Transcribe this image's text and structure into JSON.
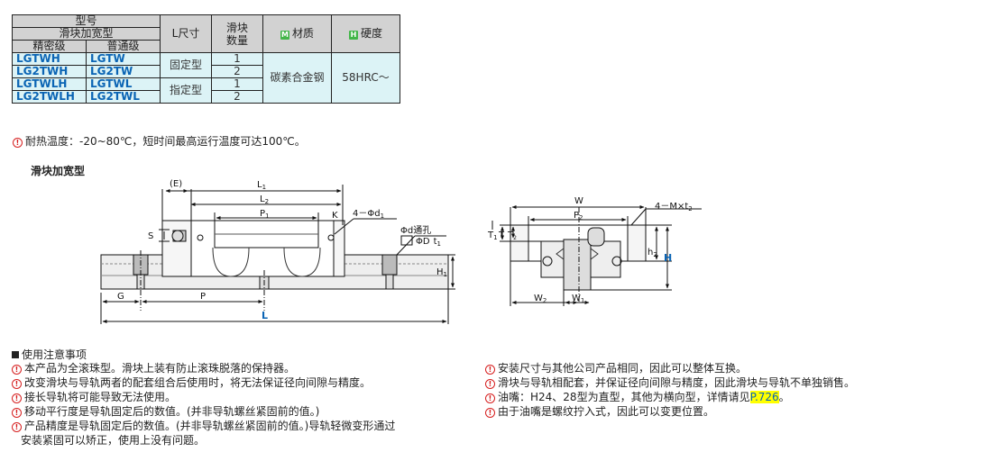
{
  "table": {
    "header_model": "型号",
    "header_wide": "滑块加宽型",
    "header_precision": "精密级",
    "header_normal": "普通级",
    "header_l": "L尺寸",
    "header_block_count": "滑块\n数量",
    "badge_material": "M",
    "header_material": "材质",
    "badge_hardness": "H",
    "header_hardness": "硬度",
    "rows": [
      {
        "precision": "LGTWH",
        "normal": "LGTW",
        "count": "1"
      },
      {
        "precision": "LG2TWH",
        "normal": "LG2TW",
        "count": "2"
      },
      {
        "precision": "LGTWLH",
        "normal": "LGTWL",
        "count": "1"
      },
      {
        "precision": "LG2TWLH",
        "normal": "LG2TWL",
        "count": "2"
      }
    ],
    "l_fixed": "固定型",
    "l_specified": "指定型",
    "material": "碳素合金钢",
    "hardness": "58HRC～"
  },
  "heat_note": "耐热温度：-20~80℃，短时间最高运行温度可达100℃。",
  "section_title": "滑块加宽型",
  "drawing": {
    "E": "(E)",
    "L1": "L",
    "L1_sub": "1",
    "L2": "L",
    "L2_sub": "2",
    "P1": "P",
    "P1_sub": "1",
    "K": "K",
    "hole_d1": "4－Φd",
    "hole_d1_sub": "1",
    "S": "S",
    "phi_d_hole": "Φd通孔",
    "phi_D_t1": "ΦD",
    "t1": "t",
    "t1_sub": "1",
    "H1": "H",
    "H1_sub": "1",
    "G": "G",
    "P": "P",
    "L": "L",
    "W": "W",
    "P2": "P",
    "P2_sub": "2",
    "M_t2": "4－M×t",
    "M_t2_sub": "2",
    "T1": "T",
    "T1_sub": "1",
    "T": "T",
    "T2": "T",
    "T2_sub": "2",
    "h2": "h",
    "h2_sub": "2",
    "H": "H",
    "W2": "W",
    "W2_sub": "2",
    "W1": "W",
    "W1_sub": "1"
  },
  "notes": {
    "heading": "使用注意事项",
    "left": [
      "本产品为全滚珠型。滑块上装有防止滚珠脱落的保持器。",
      "改变滑块与导轨两者的配套组合后使用时，将无法保证径向间隙与精度。",
      "接长导轨将可能导致无法使用。",
      "移动平行度是导轨固定后的数值。(并非导轨螺丝紧固前的值。)",
      "产品精度是导轨固定后的数值。(并非导轨螺丝紧固前的值。)导轨轻微变形通过"
    ],
    "left_continuation": "安装紧固可以矫正，使用上没有问题。",
    "right": [
      "安装尺寸与其他公司产品相同，因此可以整体互换。",
      "滑块与导轨相配套，并保证径向间隙与精度，因此滑块与导轨不单独销售。"
    ],
    "oil_prefix": "油嘴：H24、28型为直型，其他为横向型，详情请见",
    "oil_link": "P.726",
    "oil_suffix": "。",
    "right_last": "由于油嘴是螺纹拧入式，因此可以变更位置。"
  },
  "colors": {
    "table_header": "#d2d2d2",
    "table_body": "#dcf3f6",
    "model_text": "#0a64b4",
    "badge_green": "#43b649",
    "warning_red": "#d61f1f",
    "highlight": "#ffff00"
  }
}
